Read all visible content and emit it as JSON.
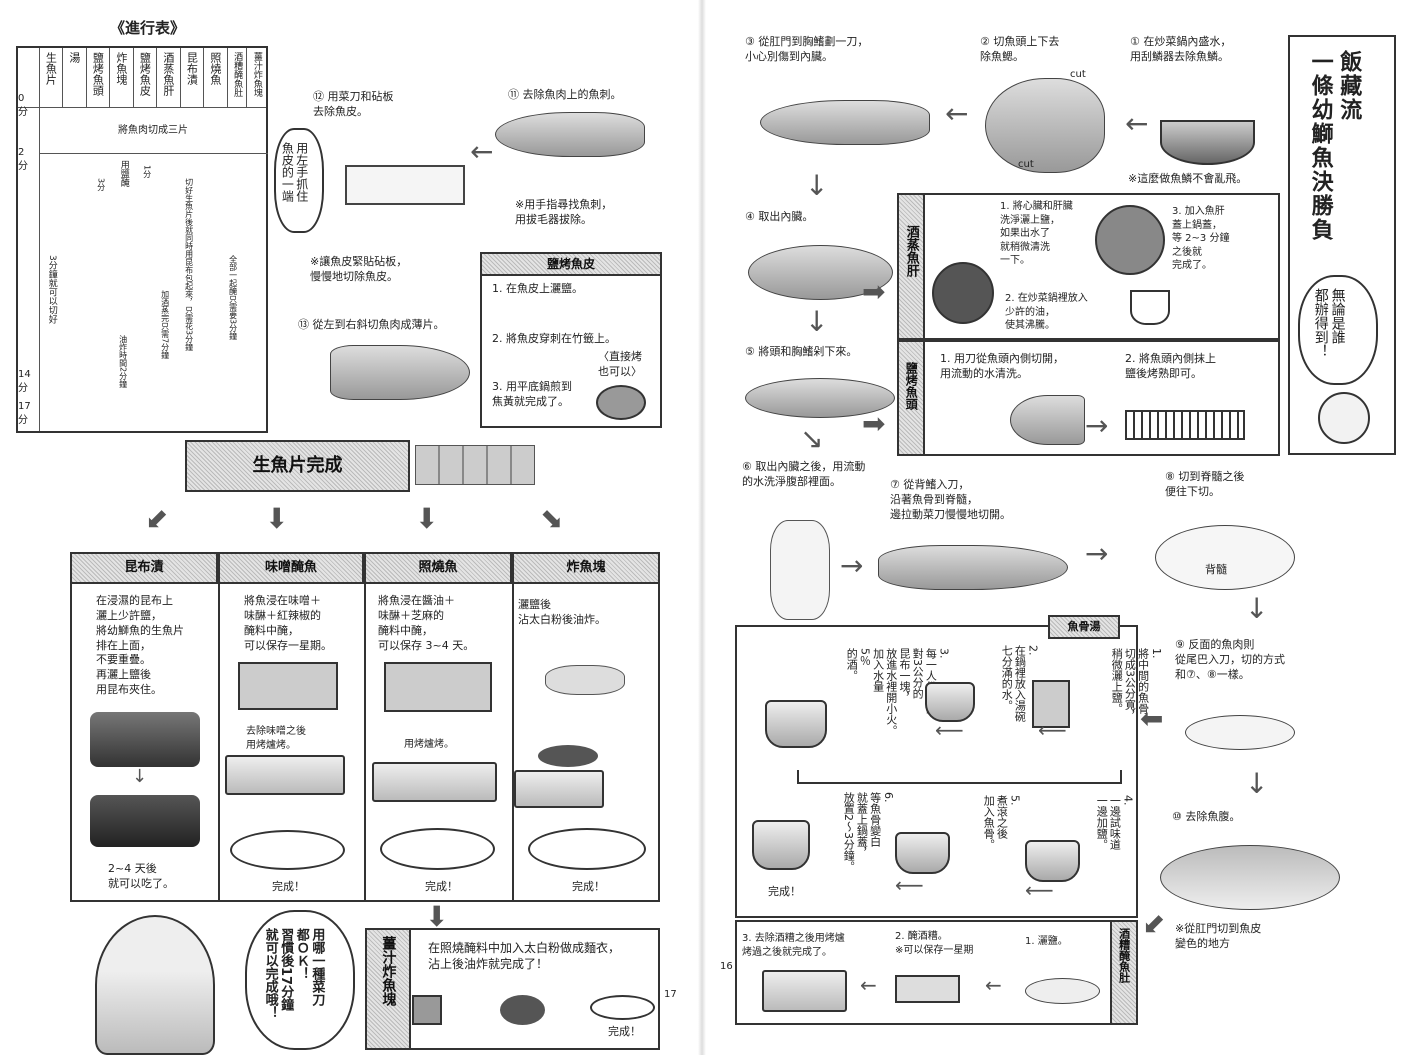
{
  "left_page": {
    "page_number": "17",
    "schedule": {
      "title": "《進行表》",
      "columns": [
        "生魚片",
        "湯",
        "鹽烤魚頭",
        "炸魚塊",
        "鹽烤魚皮",
        "酒蒸魚肝",
        "昆布漬",
        "照燒魚",
        "酒糟醃魚肚",
        "薑汁炸魚塊"
      ],
      "times": [
        "0\n分",
        "2\n分",
        "14\n分",
        "17\n分"
      ],
      "notes": {
        "cut_three": "將魚肉切成三片",
        "salt": "用鹽醃",
        "three_min": "3分",
        "one_min": "1分",
        "sashimi": "3分鐘就可以切好",
        "kombu": "切好生魚片後就同時用昆布包起來，只需花3分鐘",
        "steam": "加酒蒸完只需7分鐘",
        "fry": "油炸時間2分鐘",
        "marinate": "全部一起醃只需要3分鐘"
      }
    },
    "step11": "⑪ 去除魚肉上的魚刺。",
    "step11_note": "※用手指尋找魚刺，\n用拔毛器拔除。",
    "step12": "⑫ 用菜刀和砧板\n去除魚皮。",
    "step12_bubble": "用左手抓住\n魚皮的一端",
    "step12_note": "※讓魚皮緊貼砧板，\n慢慢地切除魚皮。",
    "step13": "⑬ 從左到右斜切魚肉成薄片。",
    "salt_skin": {
      "title": "鹽烤魚皮",
      "s1": "1. 在魚皮上灑鹽。",
      "s2": "2. 將魚皮穿刺在竹籤上。",
      "s2_note": "〈直接烤\n也可以〉",
      "s3": "3. 用平底鍋煎到\n焦黃就完成了。"
    },
    "sashimi_done": "生魚片完成",
    "dishes": [
      {
        "title": "昆布漬",
        "text": "在浸濕的昆布上\n灑上少許鹽，\n將幼鰤魚的生魚片\n排在上面，\n不要重疊。\n再灑上鹽後\n用昆布夾住。",
        "note": "2~4 天後\n就可以吃了。"
      },
      {
        "title": "味噌醃魚",
        "text": "將魚浸在味噌＋\n味醂＋紅辣椒的\n醃料中醃，\n可以保存一星期。",
        "note": "去除味噌之後\n用烤爐烤。",
        "done": "完成！"
      },
      {
        "title": "照燒魚",
        "text": "將魚浸在醬油＋\n味醂＋芝麻的\n醃料中醃，\n可以保存 3~4 天。",
        "note": "用烤爐烤。",
        "done": "完成！"
      },
      {
        "title": "炸魚塊",
        "text": "灑鹽後\n沾太白粉後油炸。",
        "done": "完成！"
      }
    ],
    "chef_bubble": "用哪一種菜刀\n都ＯＫ！\n習慣後17分鐘\n就可以完成哦！",
    "ginger": {
      "title": "薑汁炸魚塊",
      "text": "在照燒醃料中加入太白粉做成麵衣，\n沾上後油炸就完成了！",
      "done": "完成！"
    }
  },
  "right_page": {
    "page_number": "16",
    "title": "飯藏流\n一條幼鰤魚決勝負",
    "title_bubble": "無論是誰\n都辦得到！",
    "step1": "① 在炒菜鍋內盛水，\n用刮鱗器去除魚鱗。",
    "step1_note": "※這麼做魚鱗不會亂飛。",
    "step2": "② 切魚頭上下去\n除魚鰓。",
    "cut_label": "cut",
    "step3": "③ 從肛門到胸鰭劃一刀，\n小心別傷到內臟。",
    "step4": "④ 取出內臟。",
    "liver": {
      "title": "酒蒸魚肝",
      "s1": "1. 將心臟和肝臟\n洗淨灑上鹽，\n如果出水了\n就稍微清洗\n一下。",
      "s2": "2. 在炒菜鍋裡放入\n少許的油，\n使其沸騰。",
      "s3": "3. 加入魚肝\n蓋上鍋蓋，\n等 2~3 分鐘\n之後就\n完成了。"
    },
    "step5": "⑤ 將頭和胸鰭剁下來。",
    "head": {
      "title": "鹽烤魚頭",
      "s1": "1. 用刀從魚頭內側切開，\n用流動的水清洗。",
      "s2": "2. 將魚頭內側抹上\n鹽後烤熟即可。"
    },
    "step6": "⑥ 取出內臟之後，用流動\n的水洗淨腹部裡面。",
    "step7": "⑦ 從背鰭入刀，\n沿著魚骨到脊髓，\n邊拉動菜刀慢慢地切開。",
    "step8": "⑧ 切到脊髓之後\n便往下切。",
    "spine_label": "背髓",
    "step9": "⑨ 反面的魚肉則\n從尾巴入刀，切的方式\n和⑦、⑧一樣。",
    "step10": "⑩ 去除魚腹。",
    "step10_note": "※從肛門切到魚皮\n變色的地方",
    "soup": {
      "title": "魚骨湯",
      "s1": "1.\n將中間的魚骨\n切成3公分寬，\n稍微灑上鹽。",
      "s2": "2.\n在鍋裡放入湯碗\n七分滿的水。",
      "s3": "3.\n每一人份的湯\n對3公分的\n昆布一塊，\n放進水裡開小火。\n加入水量\n5％\n的酒。",
      "s4": "4.\n一邊試味道\n一邊加鹽。",
      "s5": "5.\n煮滾之後\n加入魚骨。",
      "s6": "6.\n等魚骨變白\n就蓋上鍋蓋，\n放置2〜3分鐘。",
      "done": "完成！"
    },
    "belly": {
      "title": "酒糟醃魚肚",
      "s1": "1. 灑鹽。",
      "s2": "2. 醃酒糟。\n※可以保存一星期",
      "s3": "3. 去除酒糟之後用烤爐\n烤過之後就完成了。"
    }
  }
}
